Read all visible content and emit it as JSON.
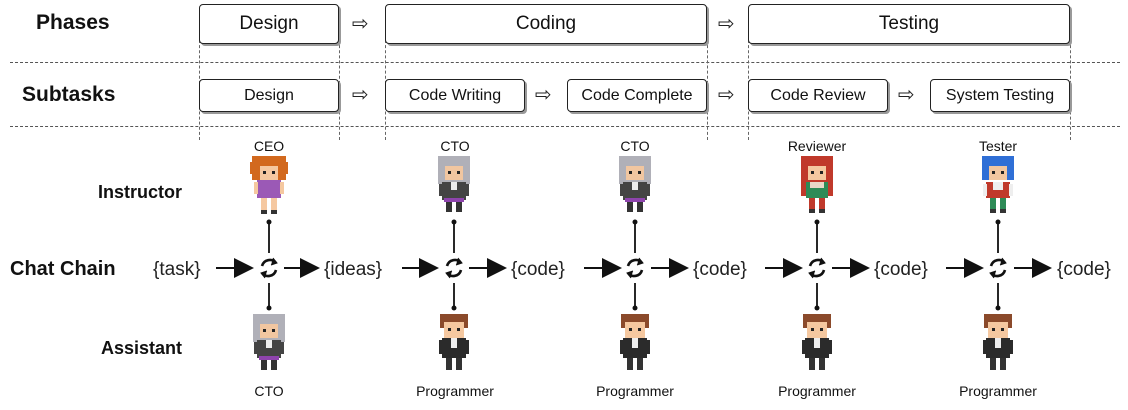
{
  "rows": {
    "phases": "Phases",
    "subtasks": "Subtasks"
  },
  "phases": [
    "Design",
    "Coding",
    "Testing"
  ],
  "subtasks": [
    "Design",
    "Code Writing",
    "Code Complete",
    "Code Review",
    "System Testing"
  ],
  "labels": {
    "instructor": "Instructor",
    "chat_chain": "Chat Chain",
    "assistant": "Assistant"
  },
  "instructors": [
    "CEO",
    "CTO",
    "CTO",
    "Reviewer",
    "Tester"
  ],
  "assistants": [
    "CTO",
    "Programmer",
    "Programmer",
    "Programmer",
    "Programmer"
  ],
  "chain": [
    "{task}",
    "{ideas}",
    "{code}",
    "{code}",
    "{code}",
    "{code}"
  ],
  "colors": {
    "ceo_hair": "#d2691e",
    "ceo_shirt": "#9b59b6",
    "cto_hair": "#b0b0b8",
    "cto_shirt": "#444444",
    "reviewer_hair": "#c0392b",
    "reviewer_shirt": "#2e8b57",
    "tester_hair": "#2f6fd6",
    "tester_shirt": "#c0392b",
    "programmer_hair": "#8b4a2b",
    "programmer_shirt": "#2b2b2b"
  }
}
